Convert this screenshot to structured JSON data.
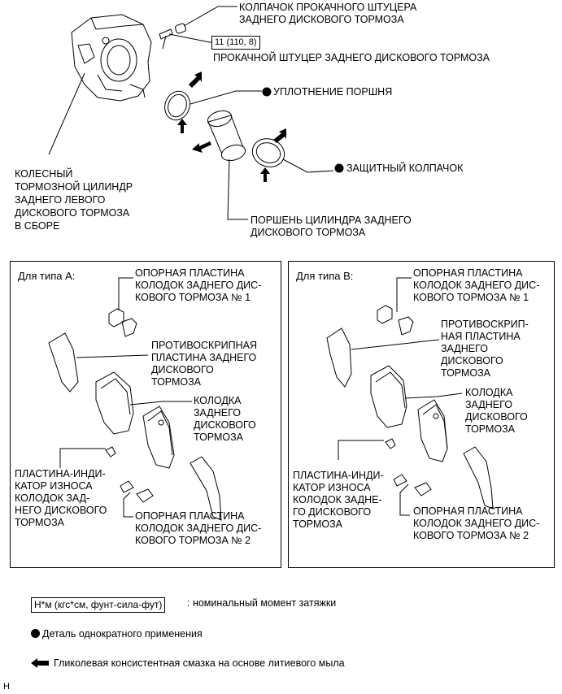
{
  "top": {
    "bleeder_cap": "КОЛПАЧОК ПРОКАЧНОГО ШТУЦЕРА\nЗАДНЕГО ДИСКОВОГО ТОРМОЗА",
    "torque_value": "11 (110, 8)",
    "bleeder_plug": "ПРОКАЧНОЙ ШТУЦЕР ЗАДНЕГО ДИСКОВОГО ТОРМОЗА",
    "piston_seal": "УПЛОТНЕНИЕ ПОРШНЯ",
    "dust_boot": "ЗАЩИТНЫЙ КОЛПАЧОК",
    "cylinder_assy": "КОЛЕСНЫЙ\nТОРМОЗНОЙ ЦИЛИНДР\nЗАДНЕГО ЛЕВОГО\nДИСКОВОГО ТОРМОЗА\nВ СБОРЕ",
    "piston": "ПОРШЕНЬ ЦИЛИНДРА ЗАДНЕГО\nДИСКОВОГО ТОРМОЗА"
  },
  "panel_a": {
    "title": "Для типа A:",
    "support_plate_1": "ОПОРНАЯ ПЛАСТИНА\nКОЛОДОК ЗАДНЕГО ДИС-\nКОВОГО ТОРМОЗА № 1",
    "anti_squeal": "ПРОТИВОСКРИПНАЯ\nПЛАСТИНА ЗАДНЕГО\nДИСКОВОГО\nТОРМОЗА",
    "pad": "КОЛОДКА\nЗАДНЕГО\nДИСКОВОГО\nТОРМОЗА",
    "wear_indicator": "ПЛАСТИНА-ИНДИ-\nКАТОР ИЗНОСА\nКОЛОДОК ЗАД-\nНЕГО ДИСКОВОГО\nТОРМОЗА",
    "support_plate_2": "ОПОРНАЯ ПЛАСТИНА\nКОЛОДОК ЗАДНЕГО ДИС-\nКОВОГО ТОРМОЗА № 2"
  },
  "panel_b": {
    "title": "Для типа B:",
    "support_plate_1": "ОПОРНАЯ ПЛАСТИНА\nКОЛОДОК ЗАДНЕГО ДИС-\nКОВОГО ТОРМОЗА № 1",
    "anti_squeal": "ПРОТИВОСКРИП-\nНАЯ ПЛАСТИНА\nЗАДНЕГО\nДИСКОВОГО\nТОРМОЗА",
    "pad": "КОЛОДКА\nЗАДНЕГО\nДИСКОВОГО\nТОРМОЗА",
    "wear_indicator": "ПЛАСТИНА-ИНДИ-\nКАТОР ИЗНОСА\nКОЛОДОК ЗАДНЕ-\nГО ДИСКОВОГО\nТОРМОЗА",
    "support_plate_2": "ОПОРНАЯ ПЛАСТИНА\nКОЛОДОК ЗАДНЕГО ДИС-\nКОВОГО ТОРМОЗА № 2"
  },
  "legend": {
    "torque_unit": "Н*м (кгс*см, фунт-сила-фут)",
    "torque_desc": ": номинальный момент затяжки",
    "nonreusable": "Деталь однократного применения",
    "grease": "Гликолевая консистентная смазка на основе литиевого мыла"
  },
  "footer_mark": "H",
  "icons": [
    "filled-dot-icon",
    "grease-arrow-icon"
  ]
}
